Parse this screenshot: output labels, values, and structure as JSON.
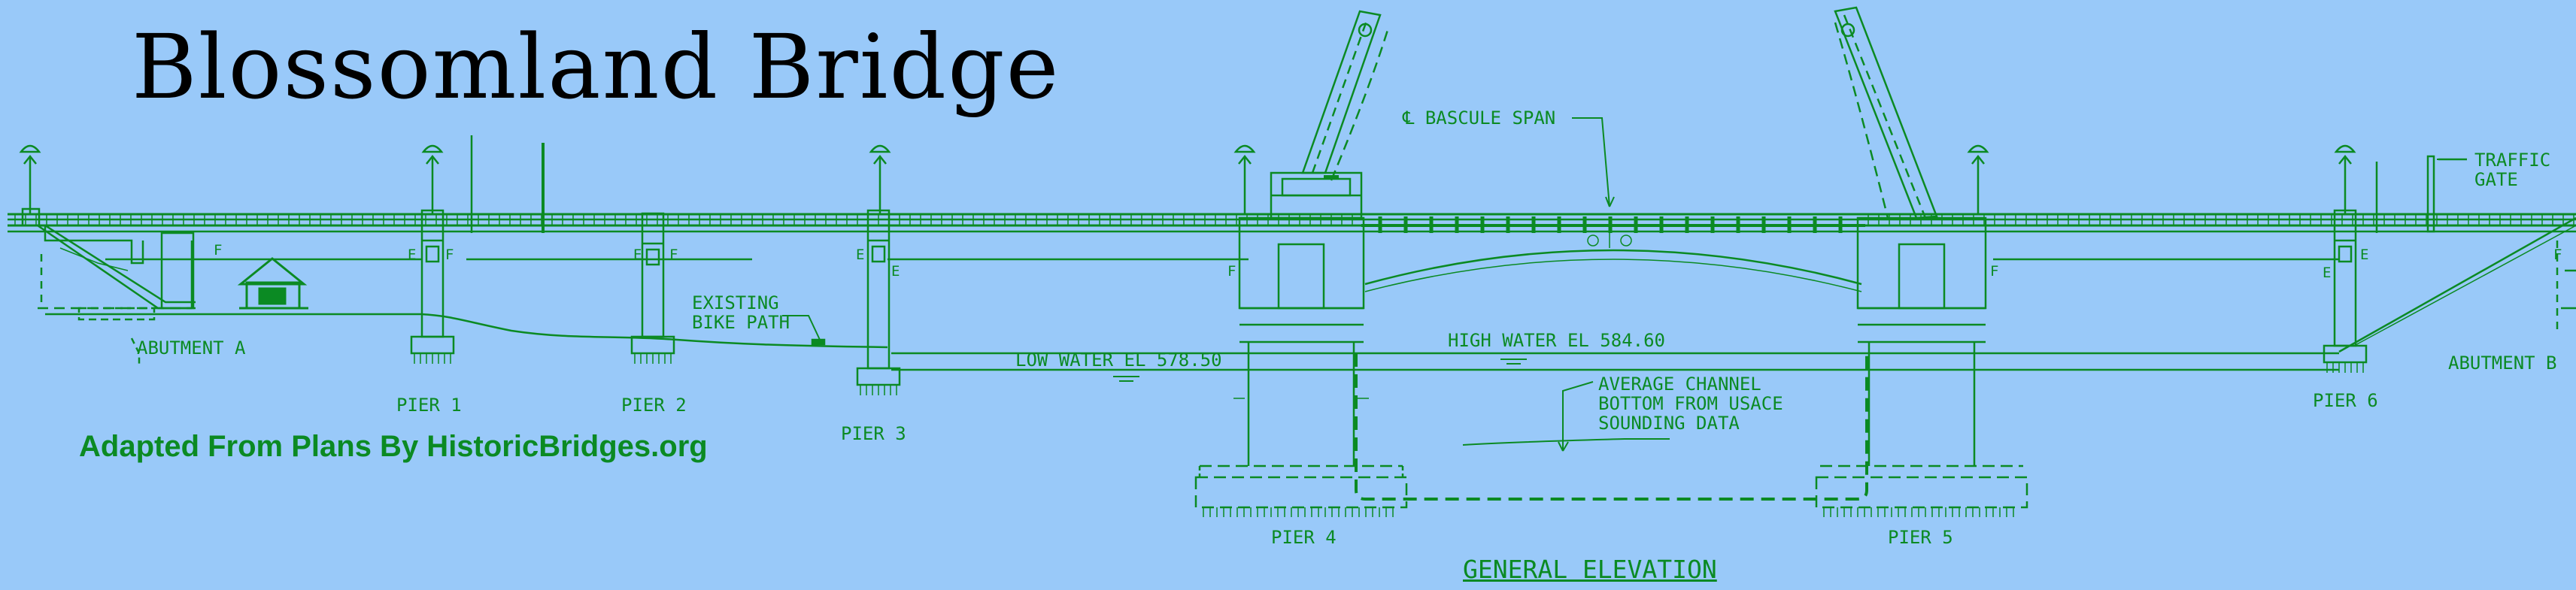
{
  "title": "Blossomland Bridge",
  "credit": "Adapted From Plans By HistoricBridges.org",
  "drawing_title": "GENERAL ELEVATION",
  "colors": {
    "background": "#99c9f9",
    "line": "#0b8a23",
    "title": "#000000"
  },
  "labels": {
    "bascule_span": "℄ BASCULE SPAN",
    "traffic_gate_1": "TRAFFIC",
    "traffic_gate_2": "GATE",
    "existing_bike_path_1": "EXISTING",
    "existing_bike_path_2": "BIKE PATH",
    "low_water": "LOW WATER EL 578.50",
    "high_water": "HIGH WATER EL 584.60",
    "channel_1": "AVERAGE CHANNEL",
    "channel_2": "BOTTOM FROM USACE",
    "channel_3": "SOUNDING DATA",
    "abutment_a": "ABUTMENT A",
    "abutment_b": "ABUTMENT B",
    "pier_1": "PIER 1",
    "pier_2": "PIER 2",
    "pier_3": "PIER 3",
    "pier_4": "PIER 4",
    "pier_5": "PIER 5",
    "pier_6": "PIER 6"
  },
  "joint_marks": {
    "e": "E",
    "f": "F"
  }
}
